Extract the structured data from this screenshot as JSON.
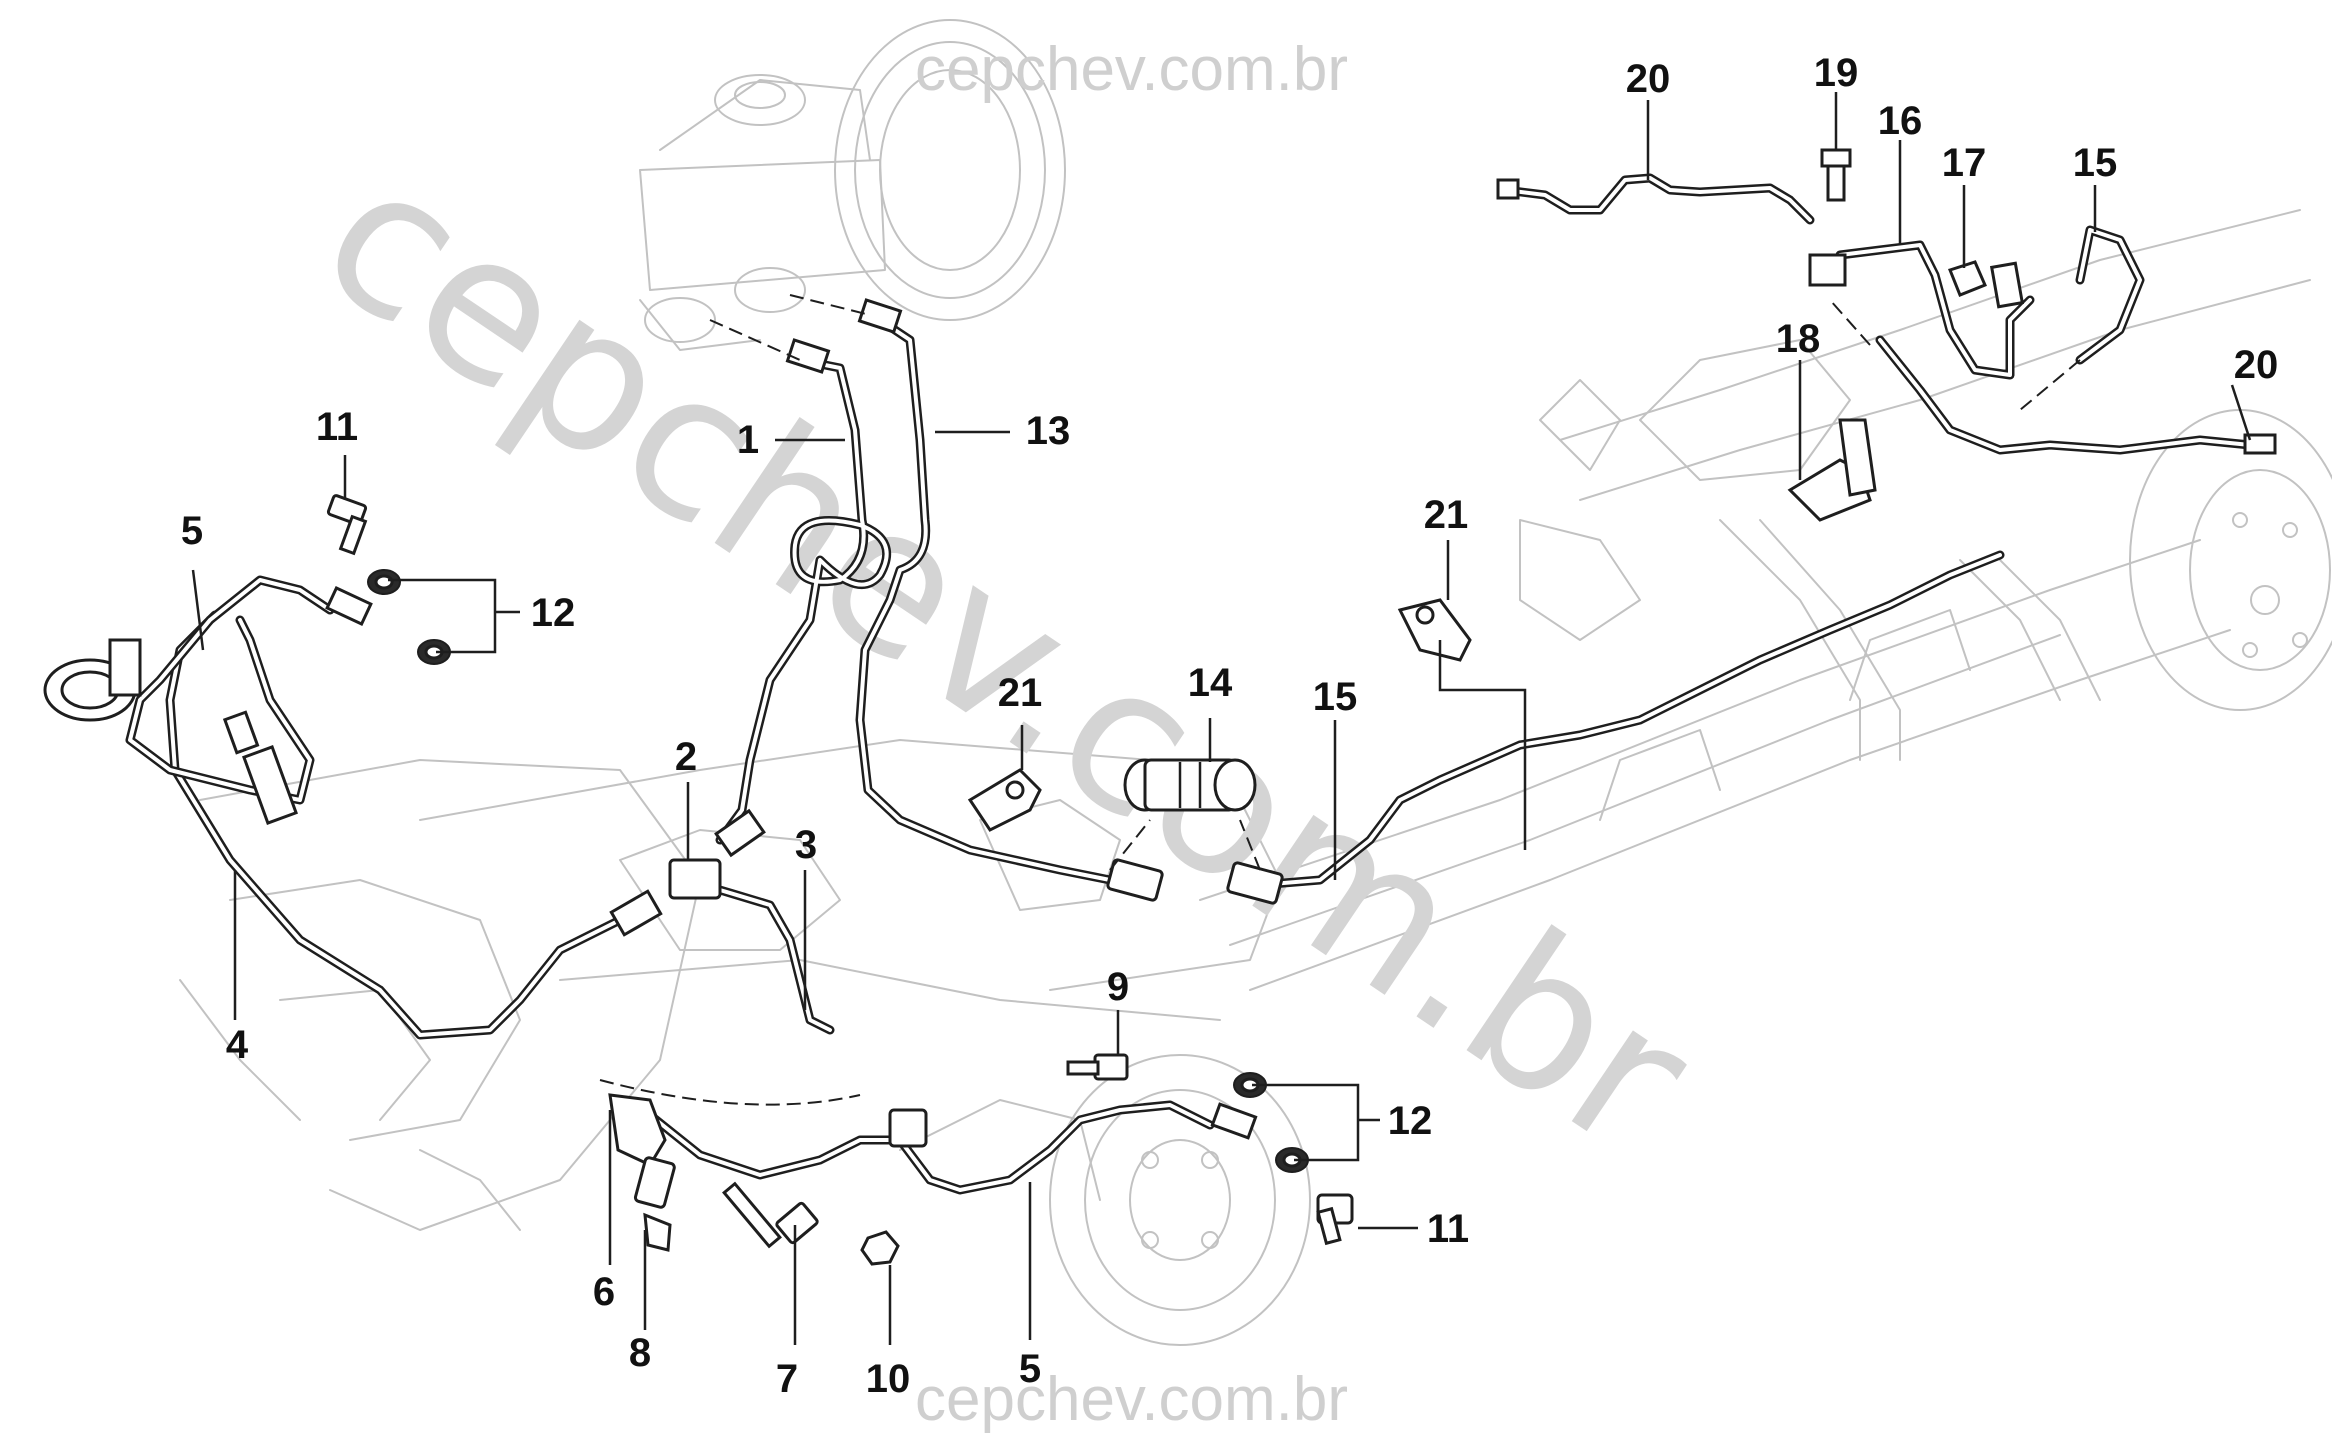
{
  "watermark": {
    "diagonal_text": "cepchev.com.br",
    "top_text": "cepchev.com.br",
    "bottom_text": "cepchev.com.br"
  },
  "callouts": {
    "n1": "1",
    "n2": "2",
    "n3": "3",
    "n4": "4",
    "n5a": "5",
    "n5b": "5",
    "n6": "6",
    "n7": "7",
    "n8": "8",
    "n9": "9",
    "n10": "10",
    "n11a": "11",
    "n11b": "11",
    "n12a": "12",
    "n12b": "12",
    "n13": "13",
    "n14": "14",
    "n15a": "15",
    "n15b": "15",
    "n16": "16",
    "n17": "17",
    "n18": "18",
    "n19": "19",
    "n20a": "20",
    "n20b": "20",
    "n21a": "21",
    "n21b": "21"
  },
  "colors": {
    "line": "#1e1e1e",
    "background_drawing": "#c2c2c2",
    "watermark": "#d4d4d4"
  }
}
